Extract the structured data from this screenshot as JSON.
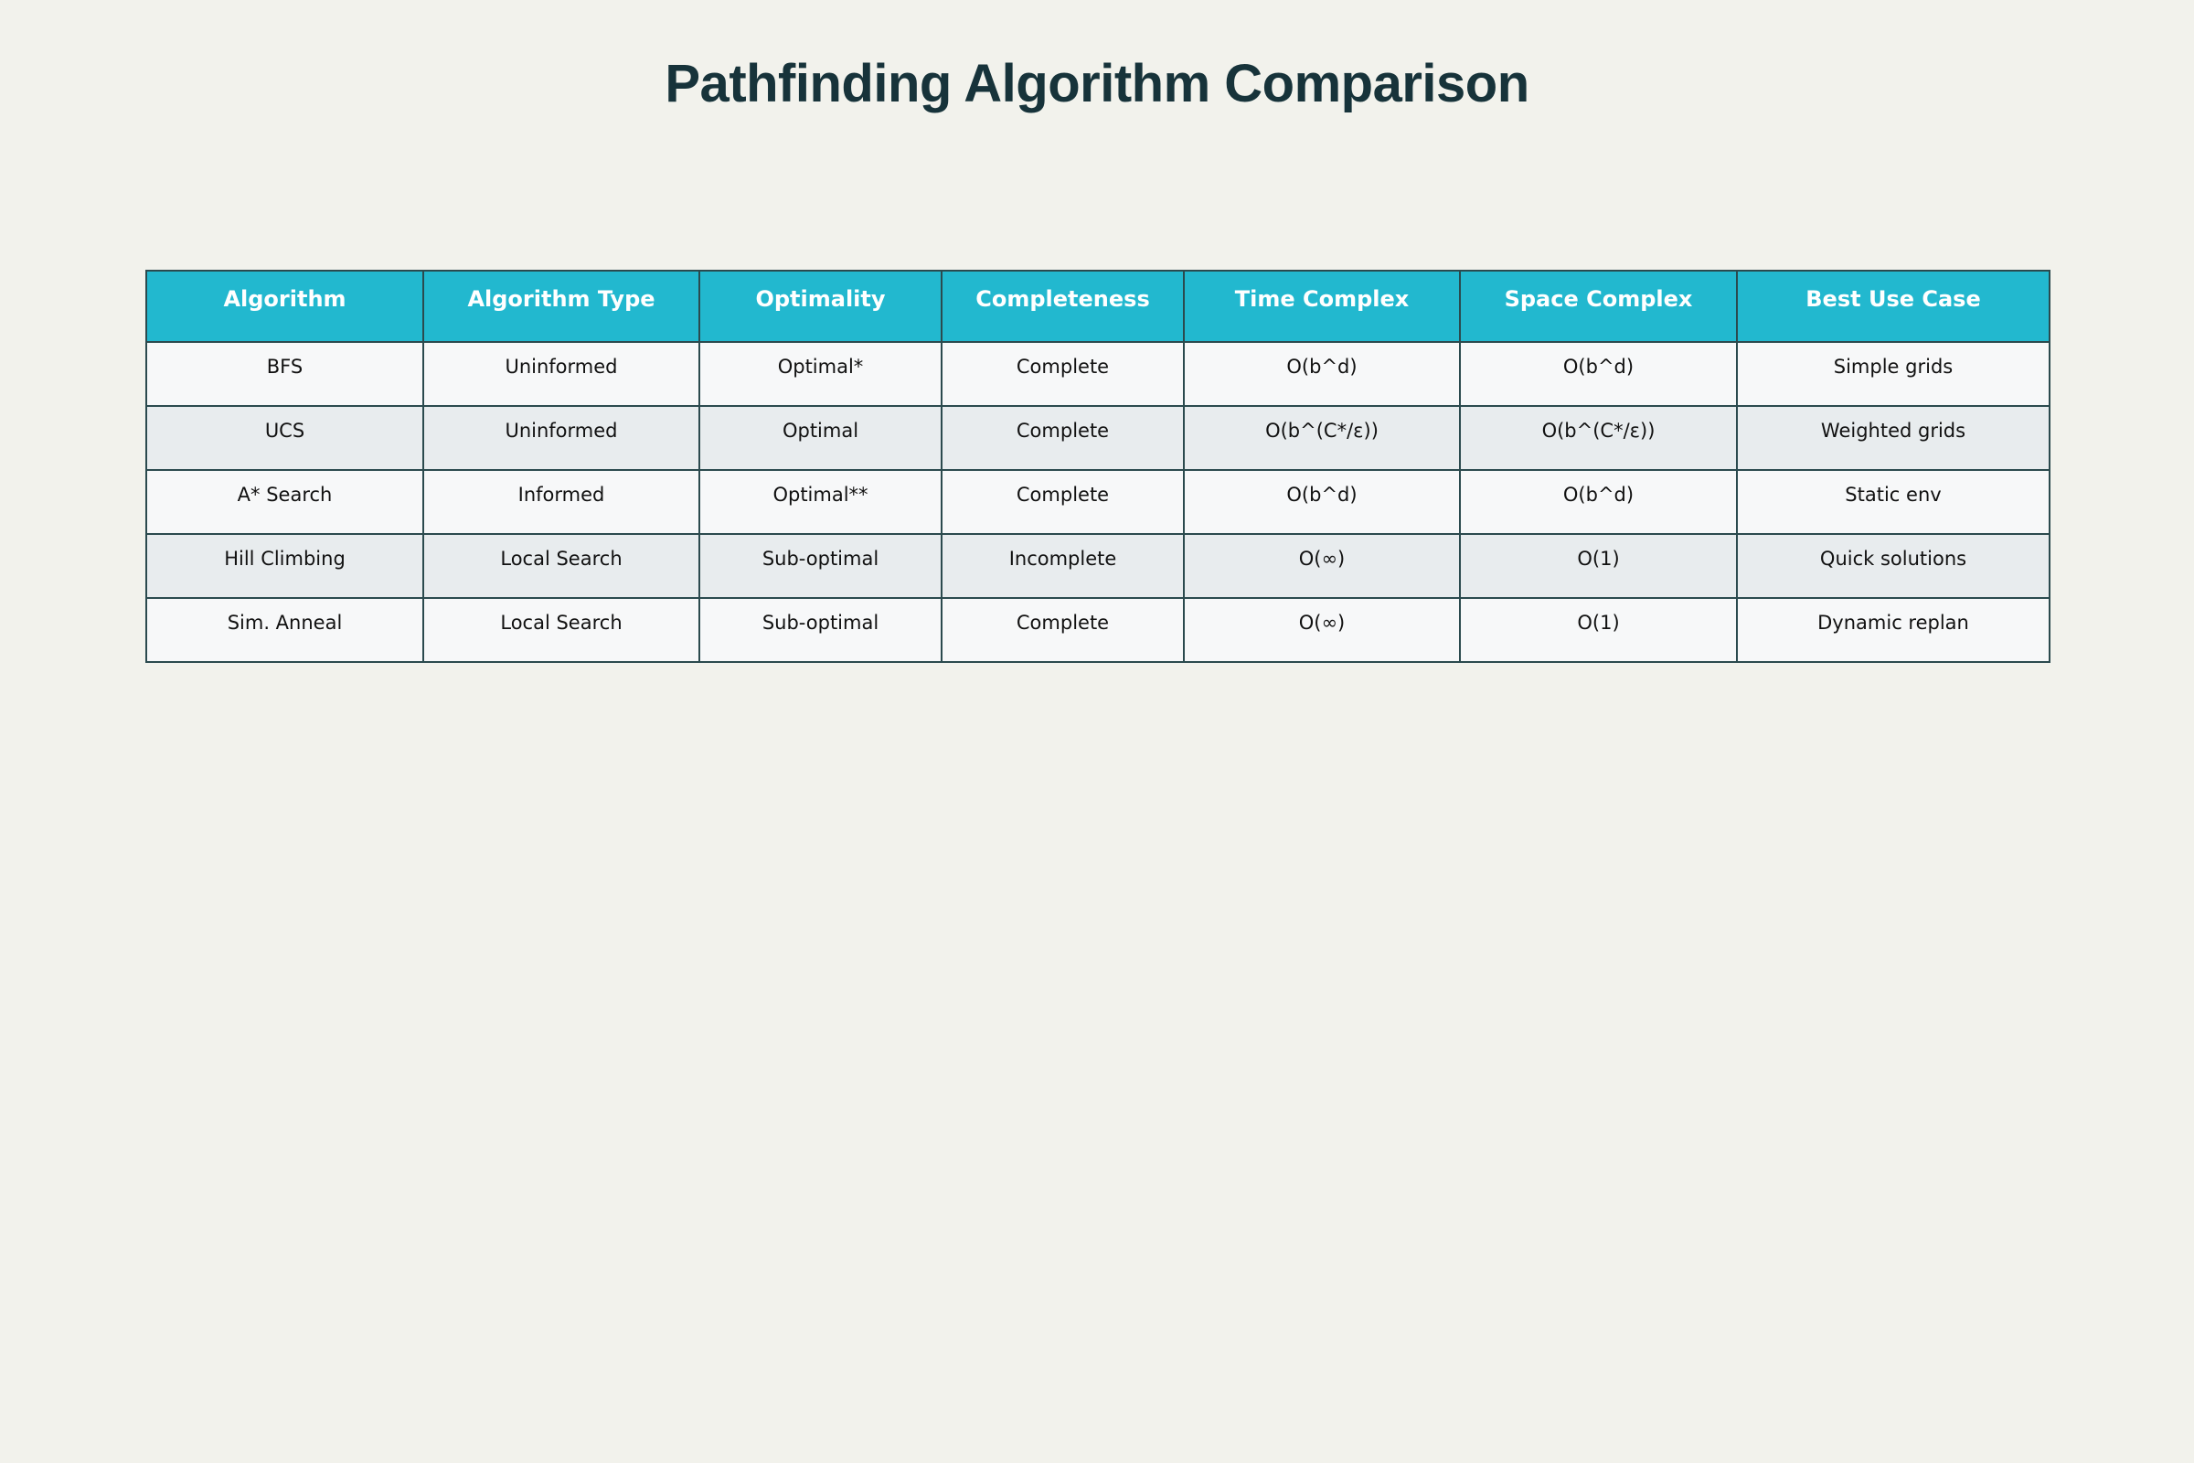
{
  "title": "Pathfinding Algorithm Comparison",
  "colors": {
    "background": "#f2f2ec",
    "header": "#22b8cf",
    "row_light": "#f7f8f9",
    "row_dark": "#e8ecee",
    "border": "#2b4a4e",
    "title": "#17333a"
  },
  "chart_data": {
    "type": "table",
    "title": "Pathfinding Algorithm Comparison",
    "columns": [
      "Algorithm",
      "Algorithm Type",
      "Optimality",
      "Completeness",
      "Time Complex",
      "Space Complex",
      "Best Use Case"
    ],
    "rows": [
      [
        "BFS",
        "Uninformed",
        "Optimal*",
        "Complete",
        "O(b^d)",
        "O(b^d)",
        "Simple grids"
      ],
      [
        "UCS",
        "Uninformed",
        "Optimal",
        "Complete",
        "O(b^(C*/ε))",
        "O(b^(C*/ε))",
        "Weighted grids"
      ],
      [
        "A* Search",
        "Informed",
        "Optimal**",
        "Complete",
        "O(b^d)",
        "O(b^d)",
        "Static env"
      ],
      [
        "Hill Climbing",
        "Local Search",
        "Sub-optimal",
        "Incomplete",
        "O(∞)",
        "O(1)",
        "Quick solutions"
      ],
      [
        "Sim. Anneal",
        "Local Search",
        "Sub-optimal",
        "Complete",
        "O(∞)",
        "O(1)",
        "Dynamic replan"
      ]
    ]
  }
}
